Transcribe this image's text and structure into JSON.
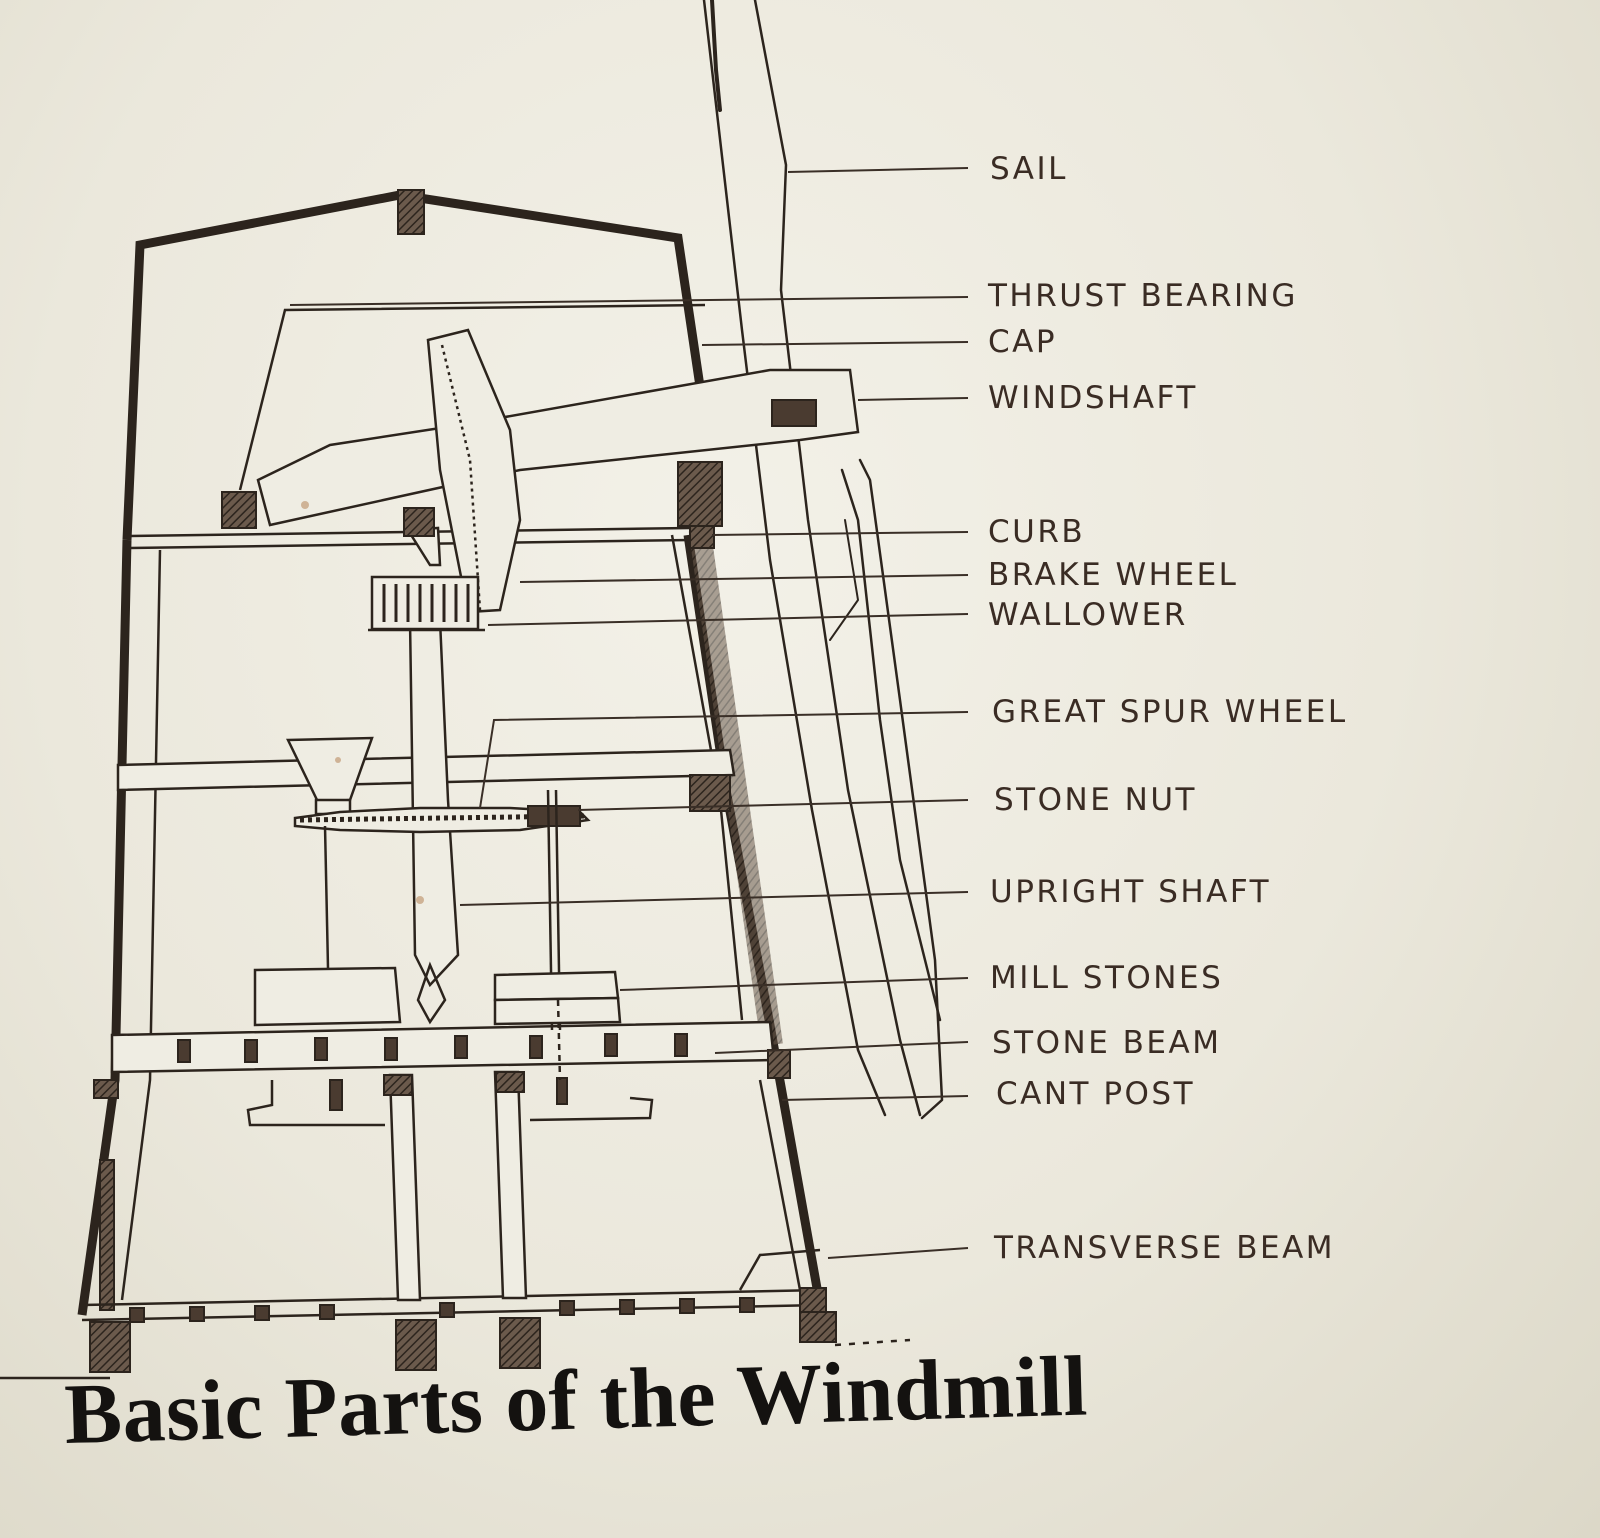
{
  "caption": "Basic Parts of the Windmill",
  "labels": {
    "sail": "SAIL",
    "thrust_bearing": "THRUST BEARING",
    "cap": "CAP",
    "windshaft": "WINDSHAFT",
    "curb": "CURB",
    "brake_wheel": "BRAKE WHEEL",
    "wallower": "WALLOWER",
    "great_spur_wheel": "GREAT SPUR WHEEL",
    "stone_nut": "STONE NUT",
    "upright_shaft": "UPRIGHT SHAFT",
    "mill_stones": "MILL STONES",
    "stone_beam": "STONE BEAM",
    "cant_post": "CANT POST",
    "transverse_beam": "TRANSVERSE BEAM"
  },
  "colors": {
    "ink": "#2c241d",
    "paper": "#efede3"
  }
}
